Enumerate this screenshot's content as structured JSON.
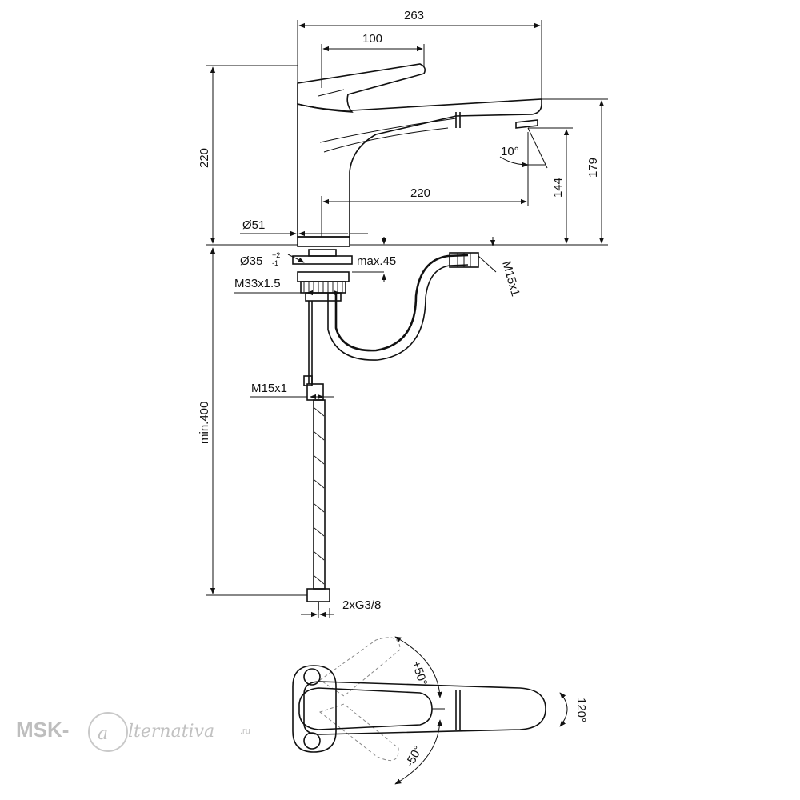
{
  "dimensions": {
    "overall_width": "263",
    "lever_length": "100",
    "body_height": "220",
    "spout_height": "179",
    "outlet_height": "144",
    "spout_reach": "220",
    "spout_angle": "10°",
    "base_diameter": "Ø51",
    "hole_diameter": "Ø35",
    "hole_tolerance_upper": "+2",
    "hole_tolerance_lower": "-1",
    "mount_thread": "M33x1.5",
    "max_thickness": "max.45",
    "hose_thread_top": "M15x1",
    "hose_thread_mid": "M15x1",
    "min_length": "min.400",
    "connection": "2xG3/8"
  },
  "plan_view": {
    "rotation_plus": "+50°",
    "rotation_minus": "-50°",
    "spout_swivel": "120°"
  },
  "watermark": {
    "prefix": "MSK-",
    "script": "lternativa",
    "tld": ".ru"
  }
}
